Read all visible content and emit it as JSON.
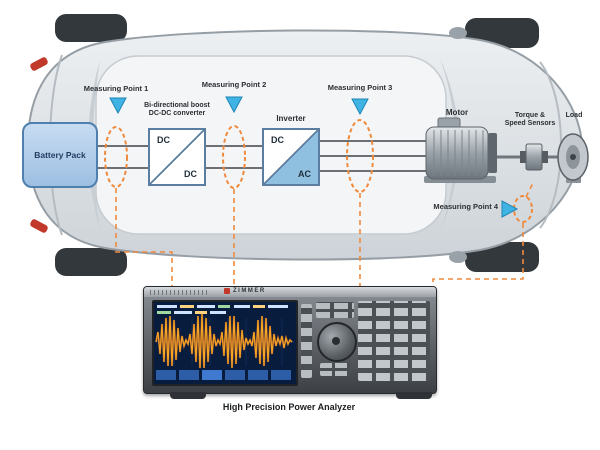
{
  "diagram": {
    "measuring_points": [
      {
        "label": "Measuring Point 1"
      },
      {
        "label": "Measuring Point 2"
      },
      {
        "label": "Measuring Point 3"
      },
      {
        "label": "Measuring Point 4"
      }
    ],
    "components": {
      "battery": {
        "label": "Battery Pack"
      },
      "dcdc": {
        "title_line1": "Bi-directional boost",
        "title_line2": "DC-DC converter",
        "top": "DC",
        "bottom": "DC"
      },
      "inverter": {
        "title": "Inverter",
        "top": "DC",
        "bottom": "AC"
      },
      "motor": {
        "label": "Motor"
      },
      "sensors": {
        "line1": "Torque &",
        "line2": "Speed Sensors"
      },
      "load": {
        "label": "Load"
      }
    },
    "analyzer": {
      "brand": "ZIMMER",
      "caption": "High Precision Power Analyzer"
    },
    "colors": {
      "accent_orange": "#ef8a3c",
      "marker_blue": "#3fb3e3",
      "battery_fill": "#aac9e8",
      "box_border": "#5b7da0",
      "car_body": "#e2e6e9"
    }
  }
}
